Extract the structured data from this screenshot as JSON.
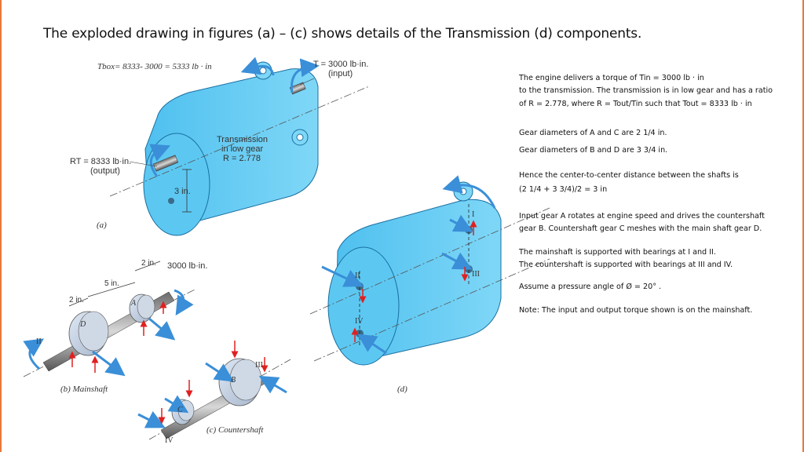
{
  "title": "The exploded drawing in figures (a) – (c) shows details of the Transmission (d) components.",
  "fig_a": {
    "tbox": "Tbox= 8333- 3000 = 5333 lb · in",
    "t_input_line1": "T = 3000 lb·in.",
    "t_input_line2": "(input)",
    "box_line1": "Transmission",
    "box_line2": "in low gear",
    "box_line3": "R = 2.778",
    "rt_line1": "RT = 8333 lb·in.",
    "rt_line2": "(output)",
    "dim_3in": "3 in.",
    "caption": "(a)"
  },
  "fig_b": {
    "dim_2in_top": "2 in.",
    "torque": "3000 lb·in.",
    "dim_5in": "5 in.",
    "dim_2in_left": "2 in.",
    "gear_a": "A",
    "gear_d": "D",
    "bearing_ii": "II",
    "caption": "(b) Mainshaft"
  },
  "fig_c": {
    "bearing_iii": "III",
    "gear_b": "B",
    "gear_c": "C",
    "bearing_iv": "IV",
    "caption": "(c) Countershaft"
  },
  "fig_d": {
    "bearing_i": "I",
    "bearing_ii": "II",
    "bearing_iii": "III",
    "bearing_iv": "IV",
    "caption": "(d)"
  },
  "panel": {
    "p1_l1": "The engine delivers a torque of Tin = 3000 lb · in",
    "p1_l2": "to the transmission. The transmission is in low gear and has a ratio",
    "p1_l3": "of R = 2.778, where R = Tout/Tin such that Tout = 8333 lb · in",
    "p2_l1": "Gear diameters of A and C are 2 1/4 in.",
    "p2_l2": "Gear diameters of B and D are 3 3/4 in.",
    "p3_l1": "Hence the center-to-center distance between the shafts is",
    "p3_l2": "(2 1/4 + 3 3/4)/2 = 3 in",
    "p4_l1": "Input gear A rotates at engine speed and drives the countershaft",
    "p4_l2": "gear B. Countershaft gear C meshes with the main shaft gear D.",
    "p5_l1": "The mainshaft is supported with bearings at I and II.",
    "p5_l2": "The countershaft is supported with bearings at III and IV.",
    "p6_l1": "Assume a pressure angle of Ø = 20° .",
    "p7_l1": "Note: The input and output torque shown is on the mainshaft."
  },
  "colors": {
    "box_blue": "#5cc8f2",
    "box_blue_dark": "#36a9dd",
    "arrow_blue": "#3a8fd8",
    "force_red": "#e02020",
    "frame_orange": "#e8793a"
  }
}
